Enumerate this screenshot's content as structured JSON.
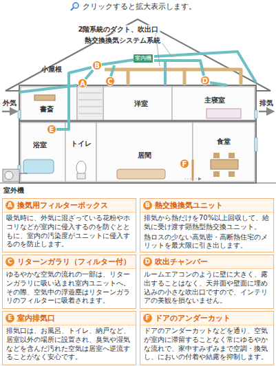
{
  "diagram": {
    "title": "クリックすると拡大表示します。",
    "nodes": [
      {
        "text": [
          "A"
        ]
      },
      {
        "text": [
          "B"
        ]
      },
      {
        "text": [
          "C"
        ]
      },
      {
        "text": [
          "室内機"
        ]
      },
      {
        "text": [
          "D"
        ]
      },
      {
        "text": [
          "E"
        ]
      },
      {
        "text": [
          "F"
        ]
      },
      {
        "text": [
          "A",
          "換気用フィルターボックス",
          "吸気時に、外気に混ざっている花粉やホコリなどが室内に侵入するのを防ぐとともに、室内の汚染度がユニットに侵入するのを防止します。"
        ]
      },
      {
        "text": [
          "B",
          "熱交換換気ユニット",
          "排気から熱だけを70%以上回収して、給気に受け渡す顕熱型熱交換ユニット。",
          "熱ロスの少ない高気密・高断熱住宅のメリットを最大限に引き出します。"
        ]
      },
      {
        "text": [
          "C",
          "リターンガラリ（フィルター付）",
          "ゆるやかな空気の流れの一部は、リターンガラリに吸い込まれ室内ユニットへ。その際、空気中の浮遊塵はリターンガラリのフィルターに吸着されます。"
        ]
      },
      {
        "text": [
          "D",
          "吹出チャンバー",
          "ルームエアコンのように壁に大きく、露出することはなく、天井面や壁面に埋め込みの小さな吹出口ですので、インテリアの美観を損ないません。"
        ]
      },
      {
        "text": [
          "E",
          "室内排気口",
          "排気口は、お風呂、トイレ、納戸など、居室以外の場所に設置され、臭気や湿気などを含んだ汚れた空気は居室へ逆流することがなく安心です。"
        ]
      },
      {
        "text": [
          "F",
          "ドアのアンダーカット",
          "ドアのアンダーカットなどを通り、空気が室内に滞留することなく常にゆるやかな流れで、家中すみずみまで空調・換気し、においの付着や結露を抑制します。"
        ]
      }
    ],
    "labels": [
      "2階系統のダクト、吹出口",
      "熱交換換気システム系統",
      "小屋根",
      "外気",
      "排気",
      "書斎",
      "洋室",
      "主寝室",
      "浴室",
      "トイレ",
      "居間",
      "食堂",
      "室外機"
    ]
  }
}
